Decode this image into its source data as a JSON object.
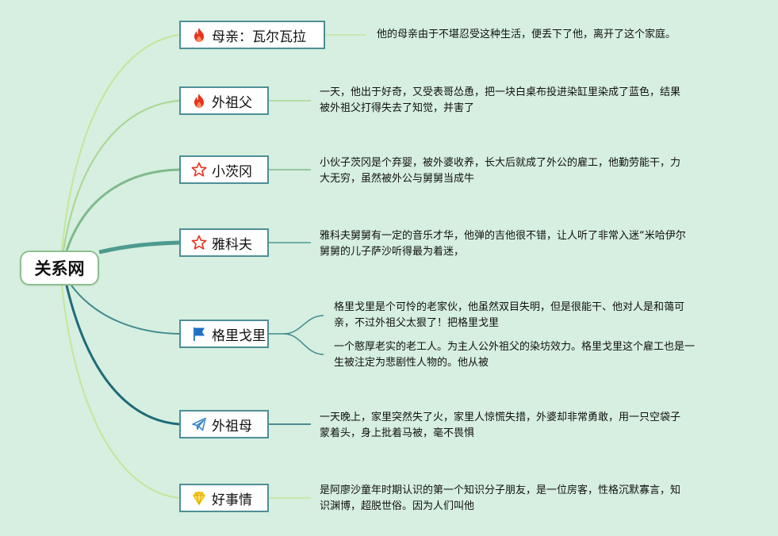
{
  "root": {
    "label": "关系网"
  },
  "branches": [
    {
      "label": "母亲：瓦尔瓦拉",
      "icon": "flame-icon",
      "details": [
        {
          "lines": [
            "他的母亲由于不堪忍受这种生活，便丢下了他，离开了这个家庭。"
          ]
        }
      ]
    },
    {
      "label": "外祖父",
      "icon": "flame-icon",
      "details": [
        {
          "lines": [
            "一天，他出于好奇，又受表哥怂恿，把一块白桌布投进染缸里染成了蓝色，结果",
            "被外祖父打得失去了知觉，并害了"
          ]
        }
      ]
    },
    {
      "label": "小茨冈",
      "icon": "star-outline-icon",
      "details": [
        {
          "lines": [
            "小伙子茨冈是个弃婴，被外婆收养，长大后就成了外公的雇工，他勤劳能干，力",
            "大无穷，虽然被外公与舅舅当成牛"
          ]
        }
      ]
    },
    {
      "label": "雅科夫",
      "icon": "star-outline-icon",
      "details": [
        {
          "lines": [
            "雅科夫舅舅有一定的音乐才华，他弹的吉他很不错，让人听了非常入迷“米哈伊尔",
            "舅舅的儿子萨沙听得最为着迷，"
          ]
        }
      ]
    },
    {
      "label": "格里戈里",
      "icon": "flag-icon",
      "details": [
        {
          "lines": [
            "格里戈里是个可怜的老家伙，他虽然双目失明，但是很能干、他对人是和蔼可",
            "亲，不过外祖父太狠了！把格里戈里"
          ]
        },
        {
          "lines": [
            "一个憨厚老实的老工人。为主人公外祖父的染坊效力。格里戈里这个雇工也是一",
            "生被注定为悲剧性人物的。他从被"
          ]
        }
      ]
    },
    {
      "label": "外祖母",
      "icon": "paper-plane-icon",
      "details": [
        {
          "lines": [
            "一天晚上，家里突然失了火，家里人惊慌失措，外婆却非常勇敢，用一只空袋子",
            "蒙着头，身上批着马被，毫不畏惧"
          ]
        }
      ]
    },
    {
      "label": "好事情",
      "icon": "diamond-icon",
      "details": [
        {
          "lines": [
            "是阿廖沙童年时期认识的第一个知识分子朋友，是一位房客，性格沉默寡言，知",
            "识渊博，超脱世俗。因为人们叫他"
          ]
        }
      ]
    }
  ],
  "colors": {
    "background": "#d6efe0",
    "node_border": "#4d8f96",
    "flame": "#e8321e",
    "star": "#e8321e",
    "flag": "#1f6fc4",
    "plane": "#2d7fc7",
    "diamond": "#f2c200"
  }
}
